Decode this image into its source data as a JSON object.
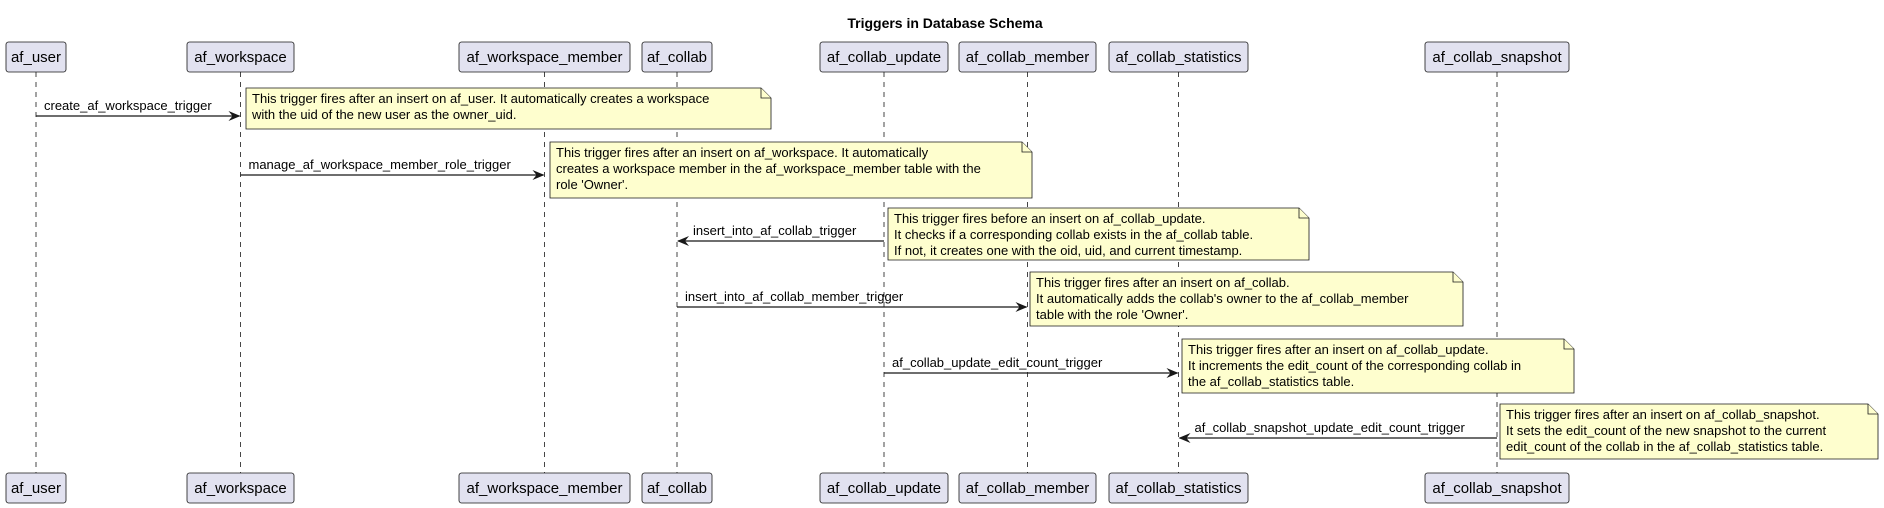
{
  "title": "Triggers in Database Schema",
  "participants": [
    {
      "id": "af_user",
      "label": "af_user"
    },
    {
      "id": "af_workspace",
      "label": "af_workspace"
    },
    {
      "id": "af_workspace_member",
      "label": "af_workspace_member"
    },
    {
      "id": "af_collab",
      "label": "af_collab"
    },
    {
      "id": "af_collab_update",
      "label": "af_collab_update"
    },
    {
      "id": "af_collab_member",
      "label": "af_collab_member"
    },
    {
      "id": "af_collab_statistics",
      "label": "af_collab_statistics"
    },
    {
      "id": "af_collab_snapshot",
      "label": "af_collab_snapshot"
    }
  ],
  "messages": [
    {
      "from": "af_user",
      "to": "af_workspace",
      "label": "create_af_workspace_trigger",
      "note": [
        "This trigger fires after an insert on af_user. It automatically creates a workspace",
        "with the uid of the new user as the owner_uid."
      ]
    },
    {
      "from": "af_workspace",
      "to": "af_workspace_member",
      "label": "manage_af_workspace_member_role_trigger",
      "note": [
        "This trigger fires after an insert on af_workspace. It automatically",
        "creates a workspace member in the af_workspace_member table with the",
        "role 'Owner'."
      ]
    },
    {
      "from": "af_collab_update",
      "to": "af_collab",
      "label": "insert_into_af_collab_trigger",
      "note": [
        "This trigger fires before an insert on af_collab_update.",
        "It checks if a corresponding collab exists in the af_collab table.",
        "If not, it creates one with the oid, uid, and current timestamp."
      ]
    },
    {
      "from": "af_collab",
      "to": "af_collab_member",
      "label": "insert_into_af_collab_member_trigger",
      "note": [
        "This trigger fires after an insert on af_collab.",
        "It automatically adds the collab's owner to the af_collab_member",
        "table with the role 'Owner'."
      ]
    },
    {
      "from": "af_collab_update",
      "to": "af_collab_statistics",
      "label": "af_collab_update_edit_count_trigger",
      "note": [
        "This trigger fires after an insert on af_collab_update.",
        "It increments the edit_count of the corresponding collab in",
        "the af_collab_statistics table."
      ]
    },
    {
      "from": "af_collab_snapshot",
      "to": "af_collab_statistics",
      "label": "af_collab_snapshot_update_edit_count_trigger",
      "note": [
        "This trigger fires after an insert on af_collab_snapshot.",
        "It sets the edit_count of the new snapshot to the current",
        "edit_count of the collab in the af_collab_statistics table."
      ]
    }
  ]
}
